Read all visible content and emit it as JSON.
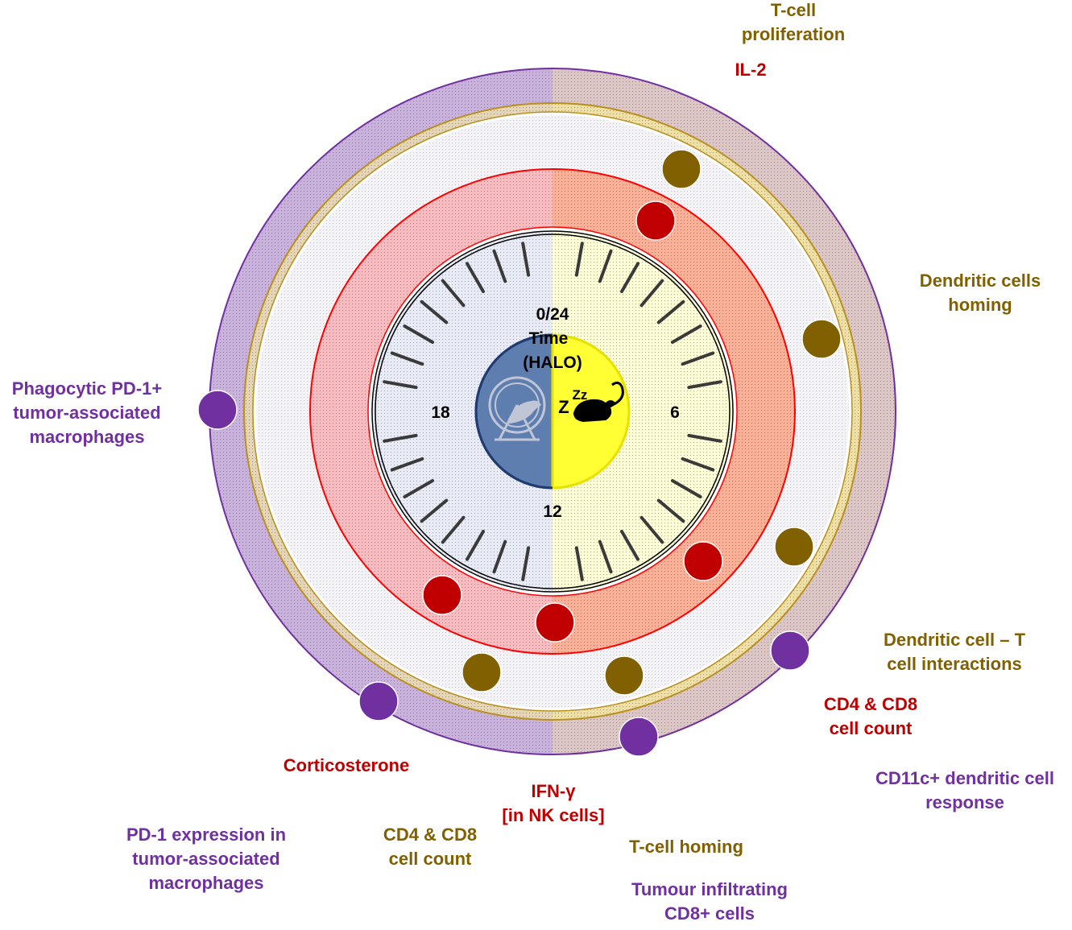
{
  "colors": {
    "purple": "#7030a0",
    "olive": "#806000",
    "red": "#c00000",
    "dark_blue": "#1f3b73",
    "yellow": "#ffff33"
  },
  "clock": {
    "title_lines": [
      "0/24",
      "Time",
      "(HALO)"
    ],
    "hour_6": "6",
    "hour_12": "12",
    "hour_18": "18",
    "active_icon": "running-wheel-mouse-icon",
    "rest_icon": "sleeping-mouse-icon",
    "sleep_text": "Z",
    "sleep_superscript": "Zz"
  },
  "labels": {
    "t_cell_proliferation": [
      "T-cell",
      "proliferation"
    ],
    "il2": [
      "IL-2"
    ],
    "dendritic_homing": [
      "Dendritic cells",
      "homing"
    ],
    "phagocytic": [
      "Phagocytic PD-1+",
      "tumor-associated",
      "macrophages"
    ],
    "dc_t_interactions": [
      "Dendritic cell – T",
      "cell interactions"
    ],
    "cd4_cd8_red": [
      "CD4 & CD8",
      "cell count"
    ],
    "cd11c": [
      "CD11c+ dendritic cell",
      "response"
    ],
    "corticosterone": [
      "Corticosterone"
    ],
    "ifn": [
      "IFN-γ",
      "[in NK cells]"
    ],
    "pd1_expression": [
      "PD-1 expression in",
      "tumor-associated",
      "macrophages"
    ],
    "cd4_cd8_olive": [
      "CD4 & CD8",
      "cell count"
    ],
    "t_cell_homing": [
      "T-cell homing"
    ],
    "tumour_infiltrating": [
      "Tumour infiltrating",
      "CD8+ cells"
    ]
  }
}
